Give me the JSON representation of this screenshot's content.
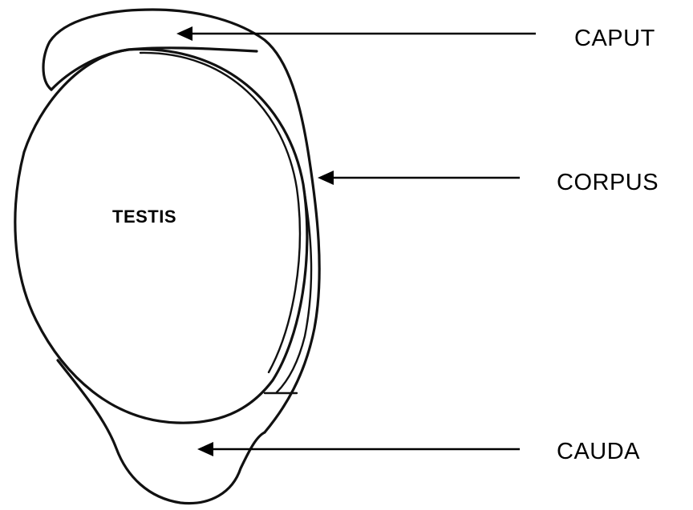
{
  "labels": {
    "testis": "TESTIS",
    "caput": "CAPUT",
    "corpus": "CORPUS",
    "cauda": "CAUDA"
  },
  "colors": {
    "stroke": "#111111",
    "background": "#ffffff"
  }
}
